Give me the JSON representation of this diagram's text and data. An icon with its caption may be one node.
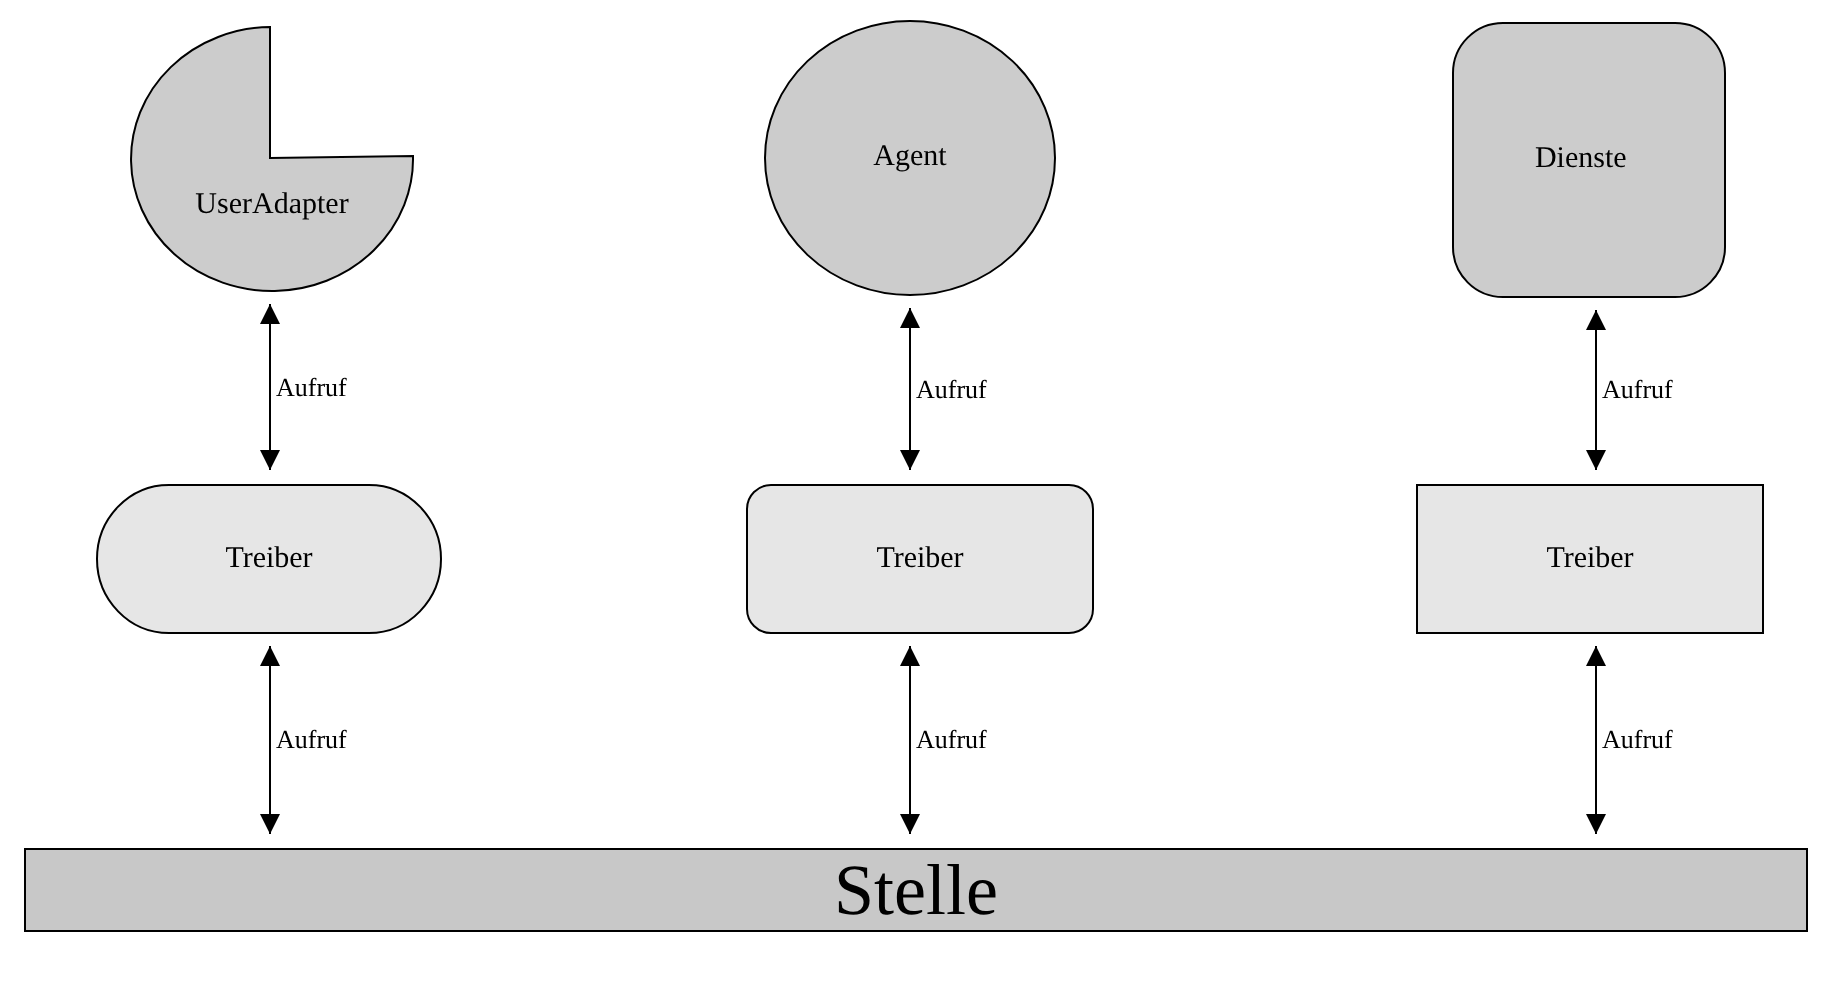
{
  "diagram": {
    "nodes": [
      {
        "text": [
          "UserAdapter"
        ]
      },
      {
        "text": [
          "Agent"
        ]
      },
      {
        "text": [
          "Dienste"
        ]
      },
      {
        "text": [
          "Treiber"
        ]
      },
      {
        "text": [
          "Treiber"
        ]
      },
      {
        "text": [
          "Treiber"
        ]
      },
      {
        "text": [
          "Stelle"
        ]
      }
    ],
    "edges": [
      {
        "from": 0,
        "to": 3,
        "arrow": "both",
        "label": "Aufruf"
      },
      {
        "from": 3,
        "to": 6,
        "arrow": "both",
        "label": "Aufruf"
      },
      {
        "from": 1,
        "to": 4,
        "arrow": "both",
        "label": "Aufruf"
      },
      {
        "from": 4,
        "to": 6,
        "arrow": "both",
        "label": "Aufruf"
      },
      {
        "from": 2,
        "to": 5,
        "arrow": "both",
        "label": "Aufruf"
      },
      {
        "from": 5,
        "to": 6,
        "arrow": "both",
        "label": "Aufruf"
      }
    ]
  }
}
